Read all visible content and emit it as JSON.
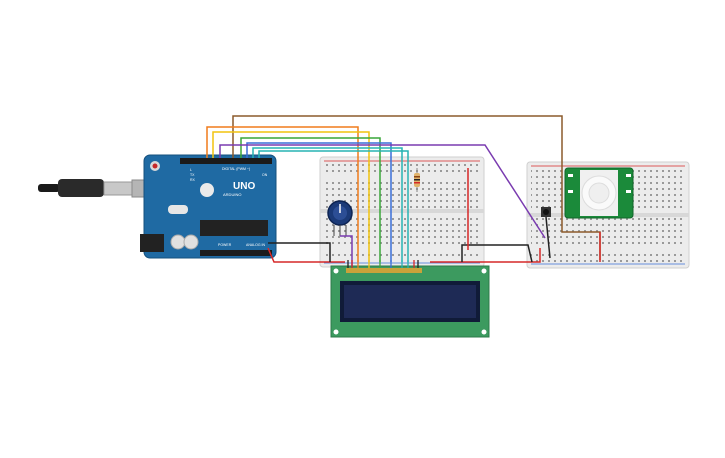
{
  "arduino": {
    "brand": "UNO",
    "subbrand": "ARDUINO",
    "digital_label": "DIGITAL (PWM ~)",
    "power_label": "POWER",
    "analog_label": "ANALOG IN",
    "tx_label": "TX",
    "rx_label": "RX",
    "l_label": "L",
    "on_label": "ON",
    "board_color": "#1f6aa3"
  },
  "lcd": {
    "board_color": "#3c9a5f",
    "screen_color": "#1e2a55"
  },
  "pir": {
    "board_color": "#1b8a3a"
  },
  "wire_colors": {
    "orange": "#f07c1c",
    "yellow": "#f2c40f",
    "green": "#39a639",
    "blue": "#3a6fd8",
    "teal": "#27b3b3",
    "purple": "#7a3bb0",
    "brown": "#8b5a2b",
    "red": "#d62828",
    "black": "#222222"
  }
}
